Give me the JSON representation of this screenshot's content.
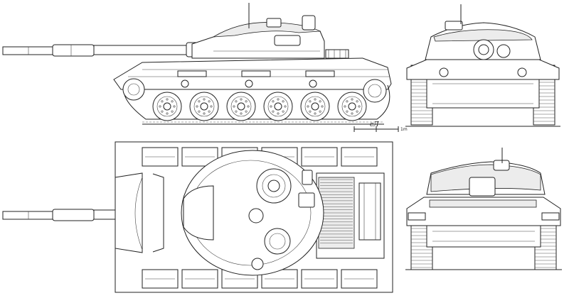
{
  "drawing": {
    "views": [
      "side-view",
      "front-view",
      "top-view",
      "rear-view"
    ],
    "scale_bar_label": "1m",
    "signature_text": "сЛ",
    "side_view": {
      "road_wheels": 6,
      "return_rollers": 3
    },
    "top_view": {
      "engine_grille_slats": 22
    }
  }
}
